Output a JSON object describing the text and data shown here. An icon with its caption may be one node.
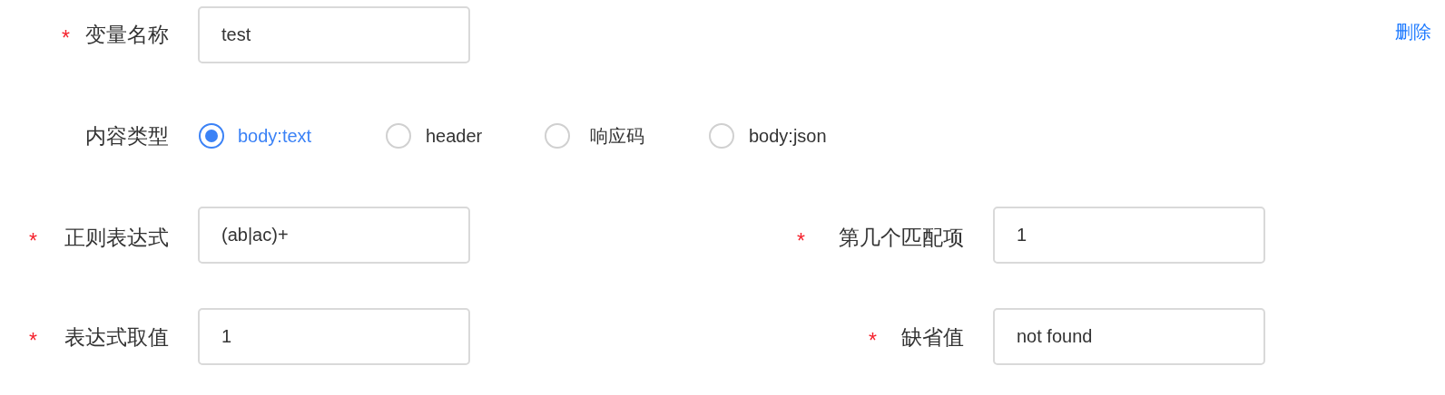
{
  "diagram": {
    "nodes": [
      {
        "text": [
          "test"
        ]
      },
      {
        "text": [
          "(ab|ac)+"
        ]
      },
      {
        "text": [
          "1"
        ]
      },
      {
        "text": [
          "1"
        ]
      },
      {
        "text": [
          "not found"
        ]
      }
    ],
    "labels": [
      "*",
      "变量名称",
      "删除",
      "内容类型",
      "body:text",
      "header",
      "响应码",
      "body:json",
      "*",
      "正则表达式",
      "*",
      "第几个匹配项",
      "*",
      "表达式取值",
      "*",
      "缺省值"
    ]
  }
}
